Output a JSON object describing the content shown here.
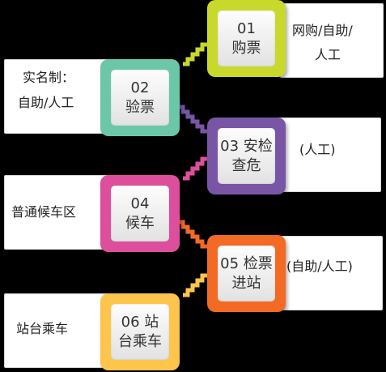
{
  "colors": {
    "step1": "#c8d92b",
    "step2": "#6cc7a9",
    "step3": "#7955a6",
    "step4": "#dd4f9c",
    "step5": "#f26a24",
    "step6": "#fdc54b"
  },
  "steps": [
    {
      "line1": "01",
      "line2": "购票"
    },
    {
      "line1": "02",
      "line2": "验票"
    },
    {
      "line1": "03 安检",
      "line2": "查危"
    },
    {
      "line1": "04",
      "line2": "候车"
    },
    {
      "line1": "05 检票",
      "line2": "进站"
    },
    {
      "line1": "06 站",
      "line2": "台乘车"
    }
  ],
  "notes": {
    "n1": {
      "line1": "网购/自助/",
      "line2": "人工"
    },
    "n2": {
      "line1": "实名制：",
      "line2": "自助/人工"
    },
    "n3": {
      "line1": "(人工)"
    },
    "n4": {
      "line1": "普通候车区"
    },
    "n5": {
      "line1": "(自助/人工)"
    },
    "n6": {
      "line1": "站台乘车"
    }
  }
}
